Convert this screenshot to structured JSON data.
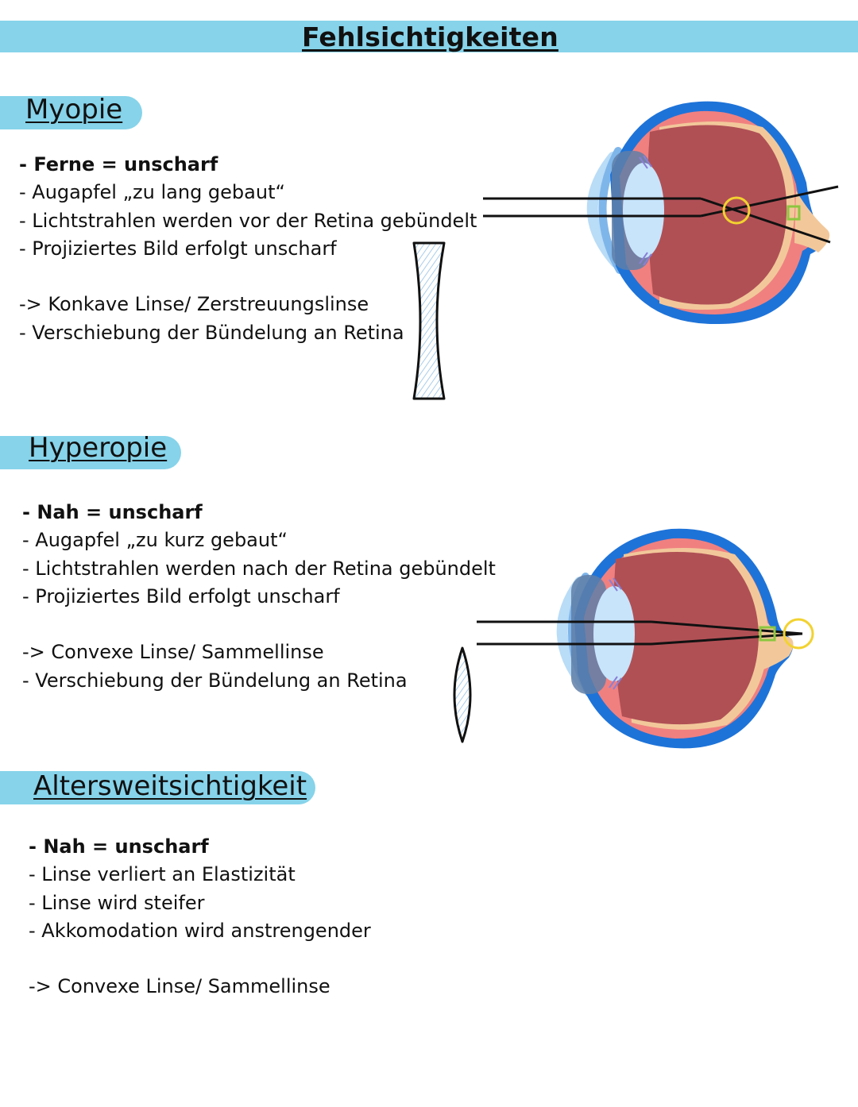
{
  "title": "Fehlsichtigkeiten",
  "sections": [
    {
      "heading": "Myopie",
      "points": [
        "- Ferne = unscharf",
        "- Augapfel „zu lang gebaut“",
        "- Lichtstrahlen werden vor der Retina gebündelt",
        "- Projiziertes Bild erfolgt unscharf"
      ],
      "correction": [
        "-> Konkave Linse/ Zerstreuungslinse",
        "- Verschiebung der Bündelung an Retina"
      ],
      "lens": "concave-lens",
      "eye": "eye-myopia"
    },
    {
      "heading": "Hyperopie",
      "points": [
        "- Nah = unscharf",
        "- Augapfel „zu kurz gebaut“",
        "- Lichtstrahlen werden nach der Retina gebündelt",
        "- Projiziertes Bild erfolgt unscharf"
      ],
      "correction": [
        "-> Convexe Linse/ Sammellinse",
        "- Verschiebung der Bündelung an Retina"
      ],
      "lens": "convex-lens",
      "eye": "eye-hyperopia"
    },
    {
      "heading": "Altersweitsichtigkeit",
      "points": [
        "- Nah = unscharf",
        "- Linse verliert an Elastizität",
        "- Linse wird steifer",
        "- Akkomodation wird anstrengender"
      ],
      "correction": [
        "-> Convexe Linse/ Sammellinse"
      ]
    }
  ],
  "colors": {
    "accent": "#86d3ea",
    "sclera": "#1e73d8",
    "choroid": "#f08080",
    "vitreous": "#b05055",
    "retina": "#f2c89a",
    "lens": "#c7e4fb",
    "focus_circle": "#f2d230",
    "image_square": "#8cc63f"
  }
}
